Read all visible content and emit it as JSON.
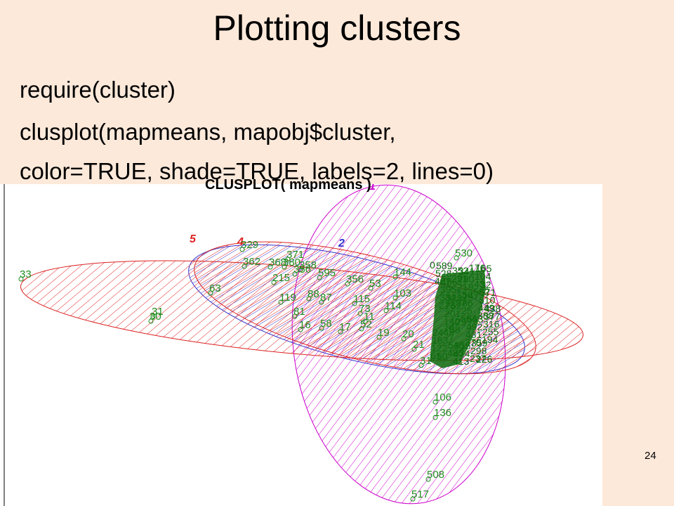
{
  "slide": {
    "title": "Plotting clusters",
    "code_lines": [
      "require(cluster)",
      "clusplot(mapmeans, mapobj$cluster,",
      "color=TRUE, shade=TRUE, labels=2, lines=0)"
    ],
    "slide_number": "24"
  },
  "chart_data": {
    "type": "scatter",
    "title": "CLUSPLOT( mapmeans )",
    "xlabel": "",
    "ylabel": "",
    "xlim": [
      0,
      858
    ],
    "ylim": [
      0,
      458
    ],
    "colors": {
      "cluster_1": "#cc00cc",
      "cluster_2": "#3333cc",
      "cluster_4": "#dd2222",
      "cluster_5": "#dd2222",
      "points": "#1f8c1f",
      "points_dense": "#0d6b0d",
      "background": "#ffffff"
    },
    "clusters": [
      {
        "label": "1",
        "color": "#cc00cc",
        "cx": 568,
        "cy": 228,
        "rx": 150,
        "ry": 228,
        "rotation": -8,
        "label_x": 526,
        "label_y": 8
      },
      {
        "label": "2",
        "color": "#3333cc",
        "cx": 508,
        "cy": 178,
        "rx": 246,
        "ry": 72,
        "rotation": 14,
        "label_x": 482,
        "label_y": 89
      },
      {
        "label": "4",
        "color": "#dd2222",
        "cx": 520,
        "cy": 176,
        "rx": 250,
        "ry": 74,
        "rotation": 14,
        "label_x": 338,
        "label_y": 87
      },
      {
        "label": "5",
        "color": "#dd2222",
        "cx": 430,
        "cy": 180,
        "rx": 402,
        "ry": 62,
        "rotation": 5,
        "label_x": 270,
        "label_y": 83
      }
    ],
    "points": [
      {
        "label": "33",
        "x": 30,
        "y": 135
      },
      {
        "label": "31",
        "x": 218,
        "y": 188
      },
      {
        "label": "30",
        "x": 215,
        "y": 195
      },
      {
        "label": "63",
        "x": 300,
        "y": 155
      },
      {
        "label": "329",
        "x": 345,
        "y": 93
      },
      {
        "label": "362",
        "x": 348,
        "y": 117
      },
      {
        "label": "371",
        "x": 410,
        "y": 107
      },
      {
        "label": "368",
        "x": 385,
        "y": 118
      },
      {
        "label": "380",
        "x": 405,
        "y": 118
      },
      {
        "label": "356",
        "x": 420,
        "y": 128
      },
      {
        "label": "358",
        "x": 428,
        "y": 122
      },
      {
        "label": "595",
        "x": 455,
        "y": 133
      },
      {
        "label": "215",
        "x": 390,
        "y": 140
      },
      {
        "label": "119",
        "x": 400,
        "y": 168
      },
      {
        "label": "88",
        "x": 440,
        "y": 163
      },
      {
        "label": "87",
        "x": 458,
        "y": 168
      },
      {
        "label": "81",
        "x": 420,
        "y": 188
      },
      {
        "label": "16",
        "x": 428,
        "y": 207
      },
      {
        "label": "58",
        "x": 458,
        "y": 205
      },
      {
        "label": "17",
        "x": 485,
        "y": 210
      },
      {
        "label": "52",
        "x": 515,
        "y": 206
      },
      {
        "label": "356",
        "x": 495,
        "y": 142
      },
      {
        "label": "53",
        "x": 528,
        "y": 148
      },
      {
        "label": "115",
        "x": 505,
        "y": 170
      },
      {
        "label": "73",
        "x": 513,
        "y": 184
      },
      {
        "label": "11",
        "x": 520,
        "y": 195
      },
      {
        "label": "19",
        "x": 540,
        "y": 218
      },
      {
        "label": "144",
        "x": 563,
        "y": 132
      },
      {
        "label": "114",
        "x": 550,
        "y": 180
      },
      {
        "label": "103",
        "x": 563,
        "y": 162
      },
      {
        "label": "530",
        "x": 650,
        "y": 105
      },
      {
        "label": "106",
        "x": 620,
        "y": 310
      },
      {
        "label": "136",
        "x": 620,
        "y": 332
      },
      {
        "label": "508",
        "x": 610,
        "y": 420
      },
      {
        "label": "517",
        "x": 588,
        "y": 448
      },
      {
        "label": "20",
        "x": 575,
        "y": 220
      },
      {
        "label": "21",
        "x": 590,
        "y": 235
      },
      {
        "label": "31",
        "x": 600,
        "y": 258
      }
    ]
  }
}
